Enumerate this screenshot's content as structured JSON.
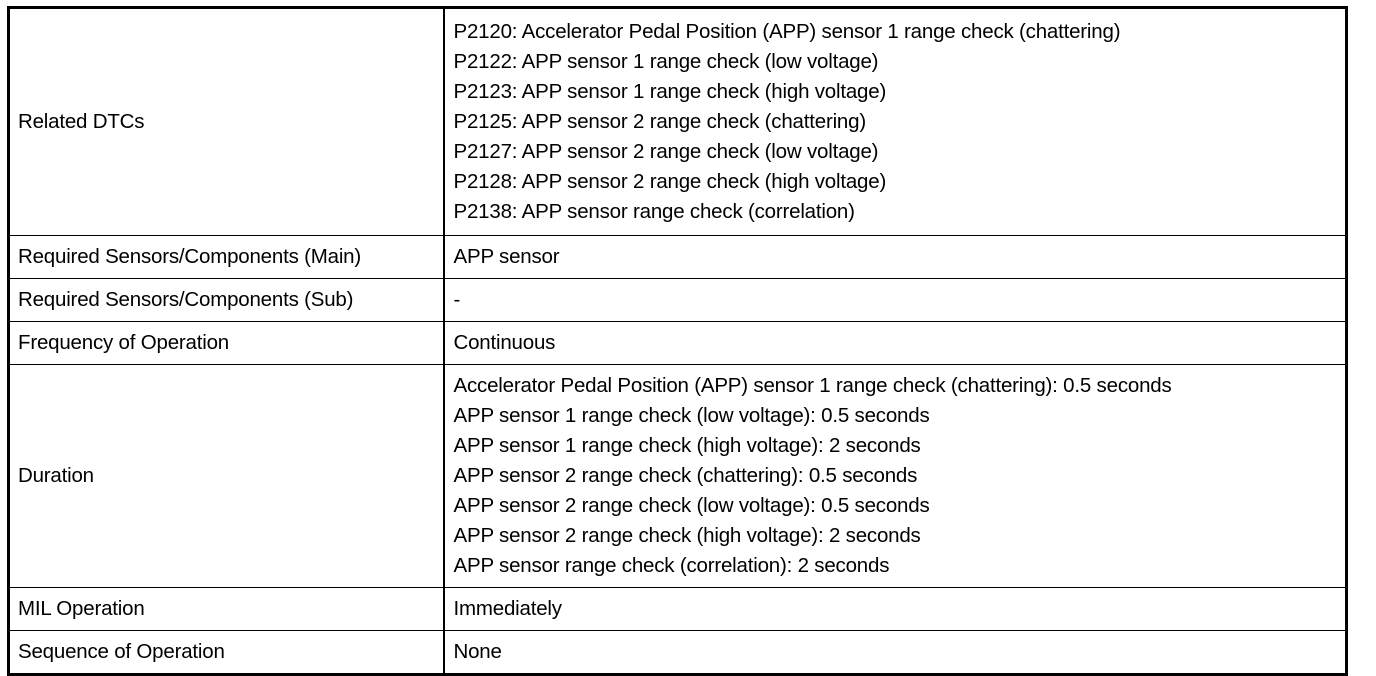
{
  "document": {
    "title": "Diagnostic Trouble Code Specification Table",
    "type": "spec-table",
    "columns": 2,
    "background_color": "#ffffff",
    "text_color": "#000000",
    "border_color": "#000000"
  },
  "table": {
    "rows": [
      {
        "label": "Related DTCs",
        "value": "P2120: Accelerator Pedal Position (APP) sensor 1 range check (chattering)\nP2122: APP sensor 1 range check (low voltage)\nP2123: APP sensor 1 range check (high voltage)\nP2125: APP sensor 2 range check (chattering)\nP2127: APP sensor 2 range check (low voltage)\nP2128: APP sensor 2 range check (high voltage)\nP2138: APP sensor range check (correlation)"
      },
      {
        "label": "Required Sensors/Components (Main)",
        "value": "APP sensor"
      },
      {
        "label": "Required Sensors/Components (Sub)",
        "value": "-"
      },
      {
        "label": "Frequency of Operation",
        "value": "Continuous"
      },
      {
        "label": "Duration",
        "value": "Accelerator Pedal Position (APP) sensor 1 range check (chattering): 0.5 seconds\nAPP sensor 1 range check (low voltage): 0.5 seconds\nAPP sensor 1 range check (high voltage): 2 seconds\nAPP sensor 2 range check (chattering): 0.5 seconds\nAPP sensor 2 range check (low voltage): 0.5 seconds\nAPP sensor 2 range check (high voltage): 2 seconds\nAPP sensor range check (correlation): 2 seconds"
      },
      {
        "label": "MIL Operation",
        "value": "Immediately"
      },
      {
        "label": "Sequence of Operation",
        "value": "None"
      }
    ]
  }
}
